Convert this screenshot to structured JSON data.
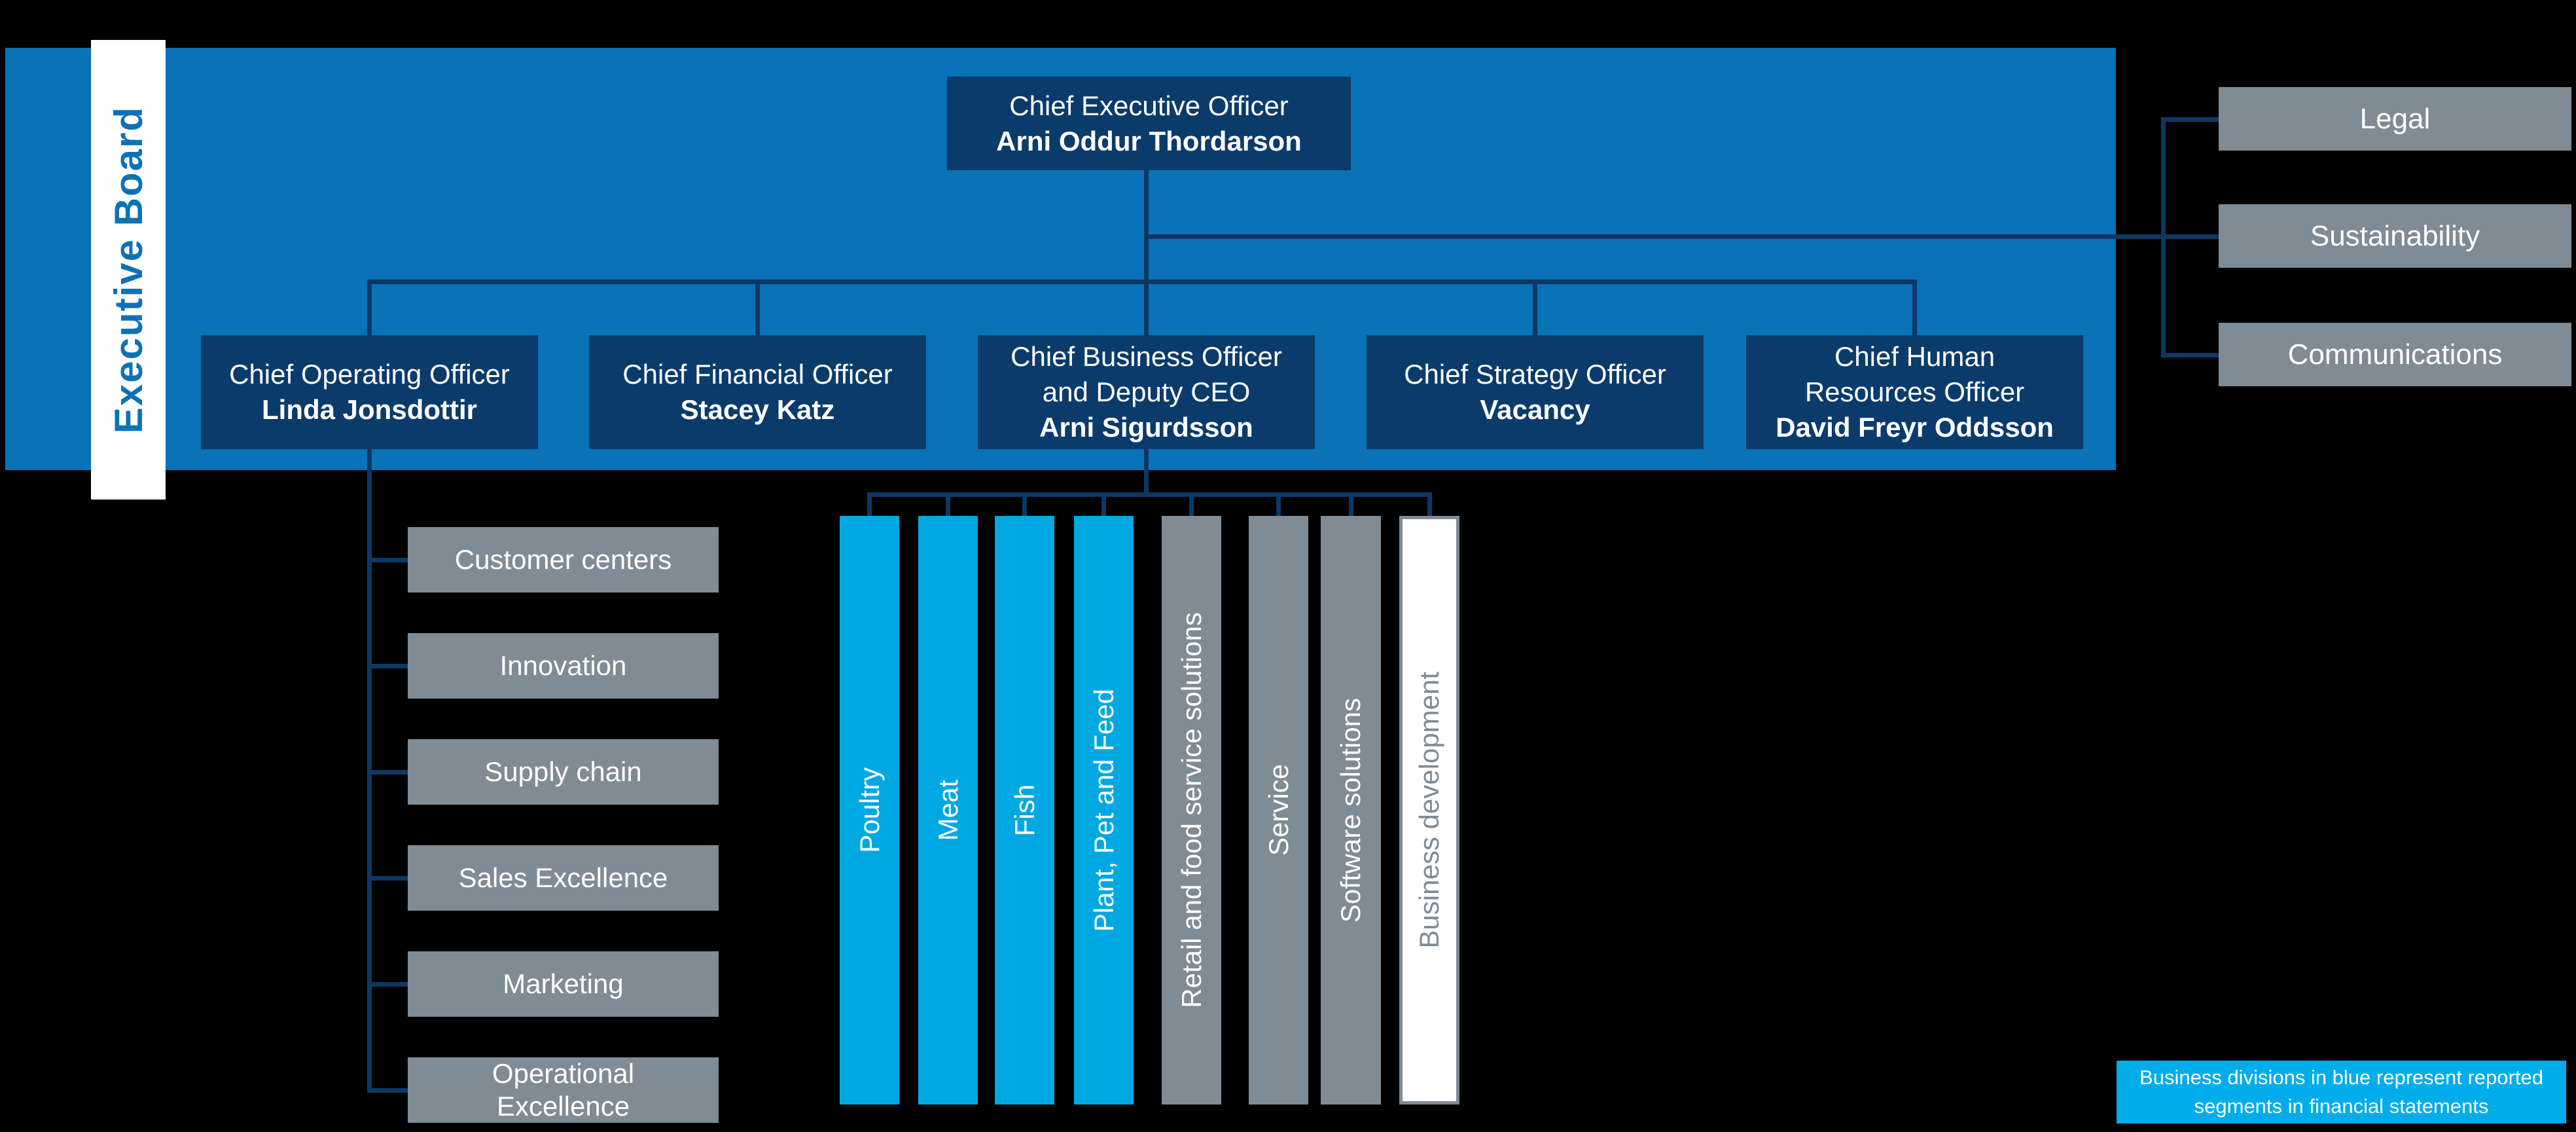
{
  "board_label": "Executive Board",
  "ceo": {
    "title": "Chief Executive Officer",
    "name": "Arni Oddur Thordarson"
  },
  "executives": [
    {
      "title": "Chief Operating Officer",
      "name": "Linda Jonsdottir"
    },
    {
      "title": "Chief Financial Officer",
      "name": "Stacey Katz"
    },
    {
      "title": "Chief Business Officer\nand Deputy CEO",
      "name": "Arni Sigurdsson"
    },
    {
      "title": "Chief Strategy Officer",
      "name": "Vacancy"
    },
    {
      "title": "Chief Human\nResources Officer",
      "name": "David Freyr Oddsson"
    }
  ],
  "staff_functions": [
    "Legal",
    "Sustainability",
    "Communications"
  ],
  "coo_departments": [
    "Customer centers",
    "Innovation",
    "Supply chain",
    "Sales Excellence",
    "Marketing",
    "Operational\nExcellence"
  ],
  "business_divisions": [
    {
      "label": "Poultry",
      "type": "reported-segment"
    },
    {
      "label": "Meat",
      "type": "reported-segment"
    },
    {
      "label": "Fish",
      "type": "reported-segment"
    },
    {
      "label": "Plant, Pet and Feed",
      "type": "reported-segment"
    },
    {
      "label": "Retail and food service solutions",
      "type": "division"
    },
    {
      "label": "Service",
      "type": "division"
    },
    {
      "label": "Software solutions",
      "type": "division"
    },
    {
      "label": "Business development",
      "type": "business-development"
    }
  ],
  "legend": {
    "text": "Business divisions in blue represent reported\nsegments in financial statements"
  },
  "colors": {
    "background": "#000000",
    "banner_blue": "#0a72b6",
    "box_navy": "#0b3b6b",
    "connector_navy": "#0e3864",
    "segment_cyan": "#00a8e2",
    "division_gray": "#7f8b95",
    "legend_cyan": "#00adea",
    "board_label_blue": "#0c72b6",
    "text_white": "#ffffff"
  }
}
